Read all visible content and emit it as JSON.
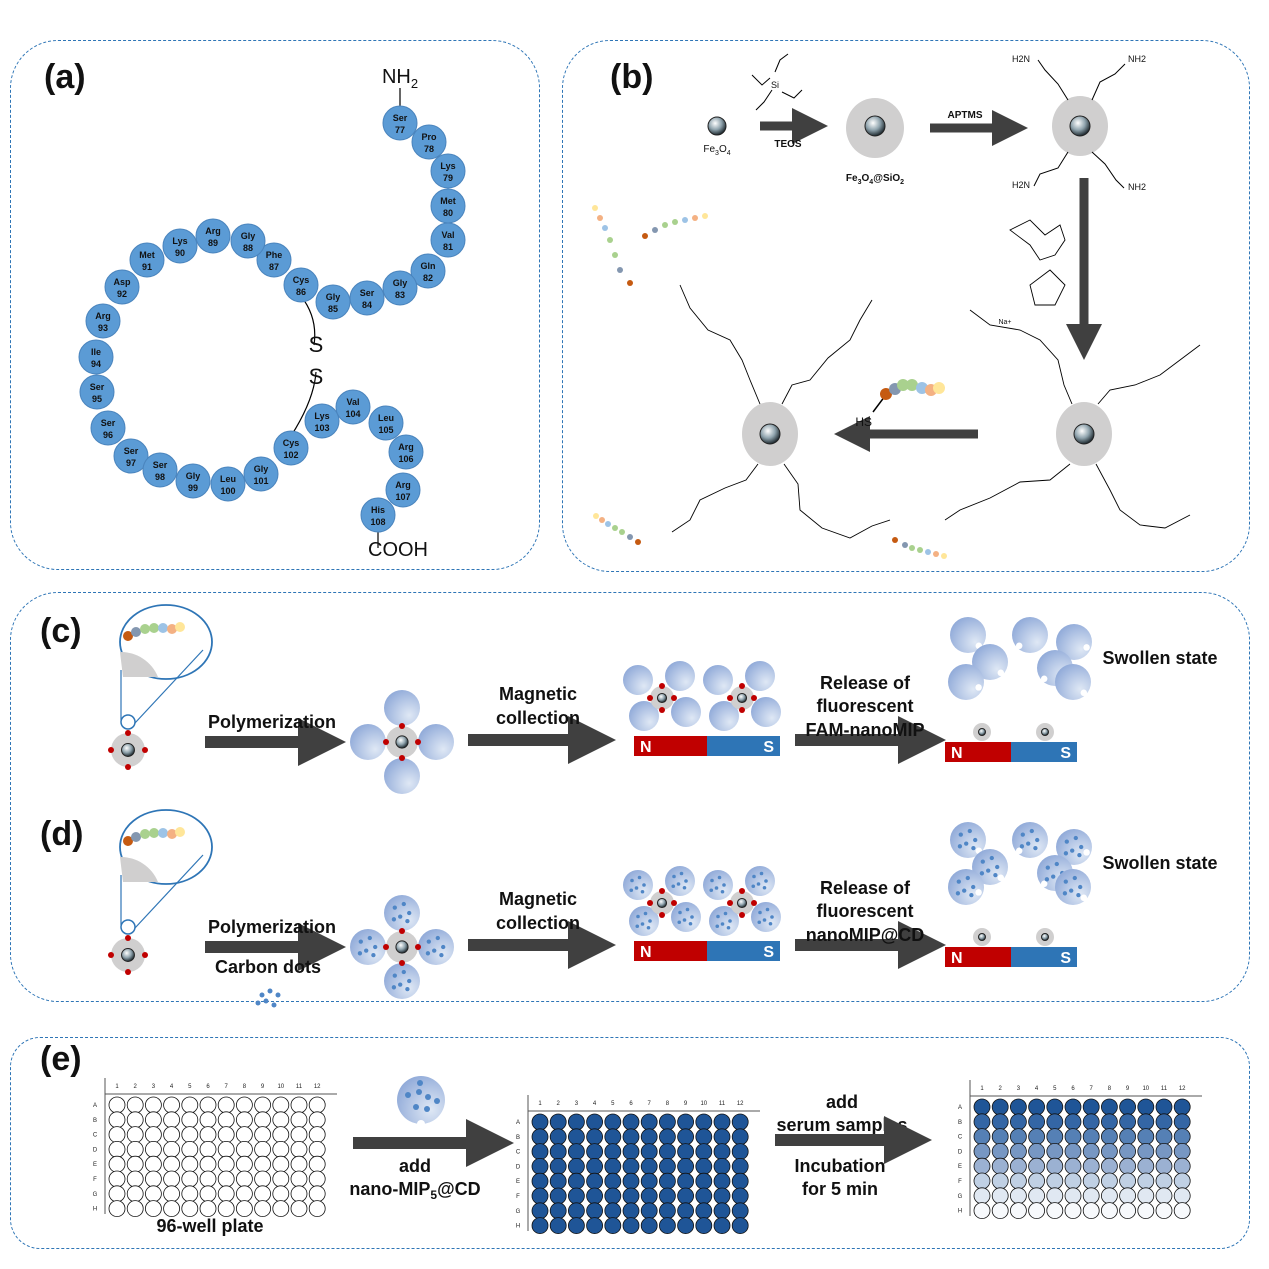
{
  "panels": {
    "a": {
      "label": "(a)",
      "n_terminus": "NH2",
      "c_terminus": "COOH",
      "disulfide": [
        "S",
        "S"
      ],
      "residues": [
        {
          "name": "Ser",
          "num": "77"
        },
        {
          "name": "Pro",
          "num": "78"
        },
        {
          "name": "Lys",
          "num": "79"
        },
        {
          "name": "Met",
          "num": "80"
        },
        {
          "name": "Val",
          "num": "81"
        },
        {
          "name": "Gln",
          "num": "82"
        },
        {
          "name": "Gly",
          "num": "83"
        },
        {
          "name": "Ser",
          "num": "84"
        },
        {
          "name": "Gly",
          "num": "85"
        },
        {
          "name": "Cys",
          "num": "86"
        },
        {
          "name": "Phe",
          "num": "87"
        },
        {
          "name": "Gly",
          "num": "88"
        },
        {
          "name": "Arg",
          "num": "89"
        },
        {
          "name": "Lys",
          "num": "90"
        },
        {
          "name": "Met",
          "num": "91"
        },
        {
          "name": "Asp",
          "num": "92"
        },
        {
          "name": "Arg",
          "num": "93"
        },
        {
          "name": "Ile",
          "num": "94"
        },
        {
          "name": "Ser",
          "num": "95"
        },
        {
          "name": "Ser",
          "num": "96"
        },
        {
          "name": "Ser",
          "num": "97"
        },
        {
          "name": "Ser",
          "num": "98"
        },
        {
          "name": "Gly",
          "num": "99"
        },
        {
          "name": "Leu",
          "num": "100"
        },
        {
          "name": "Gly",
          "num": "101"
        },
        {
          "name": "Cys",
          "num": "102"
        },
        {
          "name": "Lys",
          "num": "103"
        },
        {
          "name": "Val",
          "num": "104"
        },
        {
          "name": "Leu",
          "num": "105"
        },
        {
          "name": "Arg",
          "num": "106"
        },
        {
          "name": "Arg",
          "num": "107"
        },
        {
          "name": "His",
          "num": "108"
        }
      ],
      "residue_color": "#5b9bd5"
    },
    "b": {
      "label": "(b)",
      "fe3o4": "Fe3O4",
      "teos": "TEOS",
      "fe3o4_sio2": "Fe3O4@SiO2",
      "aptms": "APTMS",
      "nh2": "NH2",
      "h2n": "H2N",
      "hs": "HS",
      "na": "Na+"
    },
    "c": {
      "label": "(c)",
      "step1": "Polymerization",
      "step2": [
        "Magnetic",
        "collection"
      ],
      "step3": [
        "Release of",
        "fluorescent",
        "FAM-nanoMIP"
      ],
      "state": "Swollen state",
      "magnet_n": "N",
      "magnet_s": "S"
    },
    "d": {
      "label": "(d)",
      "step1": "Polymerization",
      "step1b": "Carbon dots",
      "step2": [
        "Magnetic",
        "collection"
      ],
      "step3": [
        "Release of",
        "fluorescent",
        "nanoMIP@CD"
      ],
      "state": "Swollen state",
      "magnet_n": "N",
      "magnet_s": "S"
    },
    "e": {
      "label": "(e)",
      "plate_caption": "96-well plate",
      "step1": [
        "add",
        "nano-MIP",
        "5",
        "@CD"
      ],
      "step2": [
        "add",
        "serum samples"
      ],
      "step2b": [
        "Incubation",
        "for 5 min"
      ],
      "columns": [
        "1",
        "2",
        "3",
        "4",
        "5",
        "6",
        "7",
        "8",
        "9",
        "10",
        "11",
        "12"
      ],
      "rows": [
        "A",
        "B",
        "C",
        "D",
        "E",
        "F",
        "G",
        "H"
      ],
      "gradient_colors": [
        "#1f5597",
        "#3466a5",
        "#5580b5",
        "#7797c3",
        "#9bb1d2",
        "#c0d0e4",
        "#e0e8f2",
        "#f7f9fc"
      ],
      "filled_color": "#1f5597"
    }
  },
  "colors": {
    "panel_border": "#2e75b6",
    "arrow": "#404040",
    "magnet_n": "#c00000",
    "magnet_s": "#2e75b6",
    "shell": "#d0cfcf",
    "dot_red": "#c00000"
  },
  "peptide_beads": [
    "#c55a11",
    "#8497b0",
    "#a9d18e",
    "#a9d18e",
    "#9dc3e6",
    "#f4b183",
    "#ffe699"
  ]
}
